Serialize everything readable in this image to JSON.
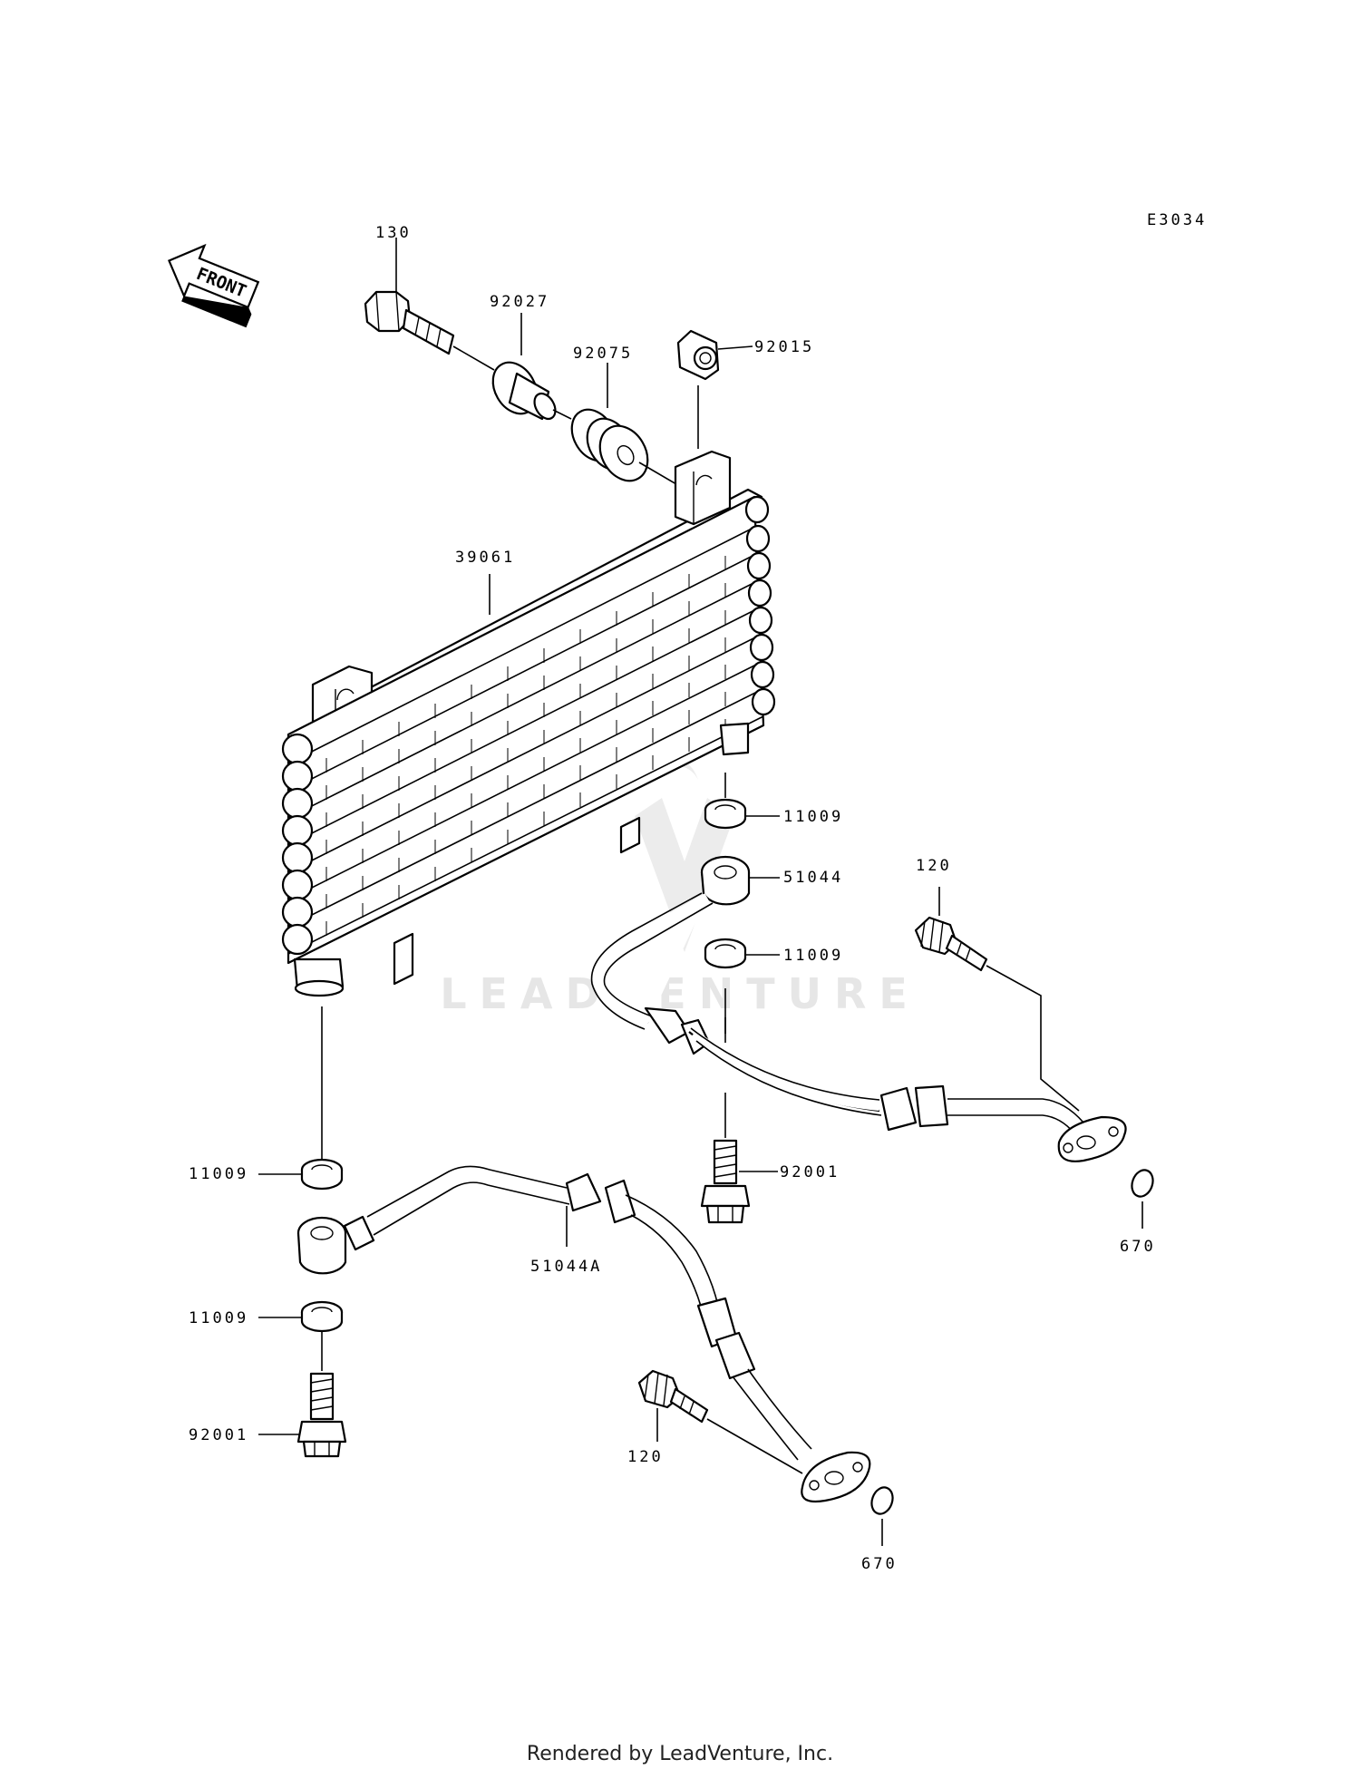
{
  "diagram": {
    "code": "E3034",
    "front_label": "FRONT",
    "watermark": "LEADVENTURE",
    "callouts": {
      "p130": "130",
      "p92027": "92027",
      "p92075": "92075",
      "p92015": "92015",
      "p39061": "39061",
      "p11009_a": "11009",
      "p51044": "51044",
      "p120_a": "120",
      "p11009_b": "11009",
      "p92001_a": "92001",
      "p670_a": "670",
      "p11009_c": "11009",
      "p51044A": "51044A",
      "p11009_d": "11009",
      "p92001_b": "92001",
      "p120_b": "120",
      "p670_b": "670"
    }
  },
  "footer": {
    "text": "Rendered by LeadVenture, Inc."
  }
}
